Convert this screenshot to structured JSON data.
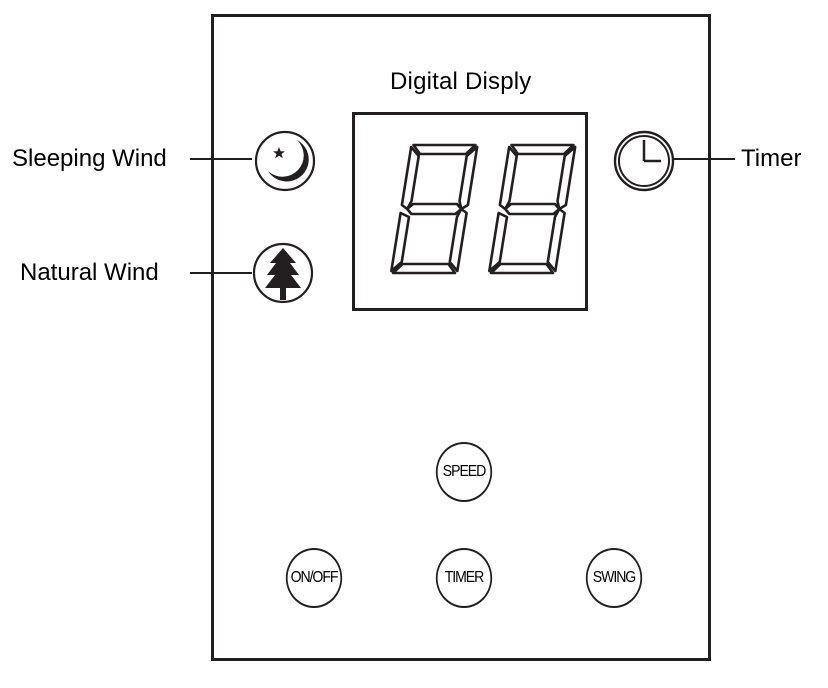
{
  "panel": {
    "display_title": "Digital Disply",
    "display_value": "88",
    "callouts": {
      "sleeping_wind": "Sleeping Wind",
      "natural_wind": "Natural Wind",
      "timer": "Timer"
    },
    "icons": {
      "sleeping_wind": "moon-star-icon",
      "natural_wind": "tree-icon",
      "timer": "clock-icon"
    },
    "buttons": {
      "speed": "SPEED",
      "on_off": "ON/OFF",
      "timer": "TIMER",
      "swing": "SWING"
    }
  }
}
